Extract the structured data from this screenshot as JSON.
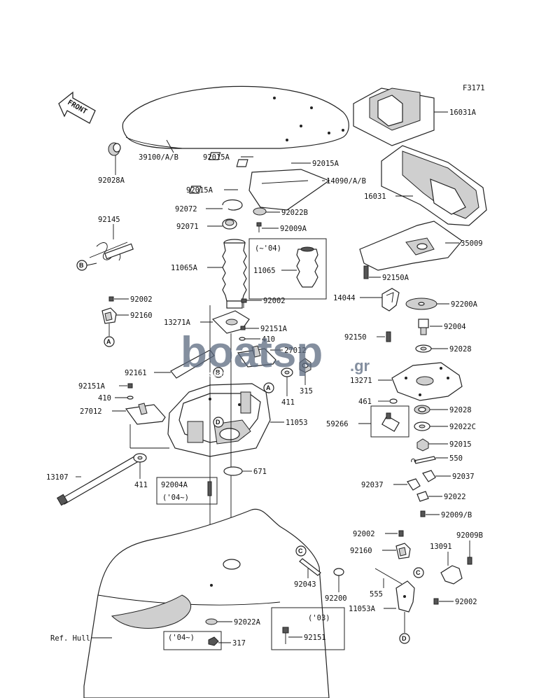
{
  "figure_code": "F3171",
  "front_label": "FRONT",
  "watermark": {
    "main": "boatsp",
    "suffix": ".gr",
    "subtitle": "boat spare parts"
  },
  "parts": {
    "p16031A": "16031A",
    "p39100": "39100/A/B",
    "p92015A_1": "92015A",
    "p92015A_2": "92015A",
    "p92028A": "92028A",
    "p92015A_3": "92015A",
    "p14090": "14090/A/B",
    "p16031": "16031",
    "p92072": "92072",
    "p92022B": "92022B",
    "p92145": "92145",
    "p92071": "92071",
    "p92009A": "92009A",
    "p35009": "35009",
    "p11065A": "11065A",
    "p11065": "11065",
    "p92150A": "92150A",
    "p92002_1": "92002",
    "p14044": "14044",
    "p92200A": "92200A",
    "p92160_1": "92160",
    "p92002_2": "92002",
    "p13271A": "13271A",
    "p92151A_1": "92151A",
    "p92004": "92004",
    "p410_1": "410",
    "p92150": "92150",
    "p27012_1": "27012",
    "p92028_1": "92028",
    "p92161": "92161",
    "p315": "315",
    "p13271": "13271",
    "p92151A_2": "92151A",
    "p410_2": "410",
    "p411_1": "411",
    "p27012_2": "27012",
    "p461": "461",
    "p92028_2": "92028",
    "p11053": "11053",
    "p59266": "59266",
    "p92022C": "92022C",
    "p92015": "92015",
    "p550": "550",
    "p671": "671",
    "p13107": "13107",
    "p411_2": "411",
    "p92004A": "92004A",
    "p92037_1": "92037",
    "p92037_2": "92037",
    "p92022": "92022",
    "p92009B_slash": "92009/B",
    "p92002_3": "92002",
    "p92009B": "92009B",
    "p92160_2": "92160",
    "p13091": "13091",
    "p92043": "92043",
    "p555": "555",
    "p92200": "92200",
    "p11053A": "11053A",
    "p92002_4": "92002",
    "p92022A": "92022A",
    "p92151": "92151",
    "p317": "317",
    "refhull": "Ref. Hull"
  },
  "year_notes": {
    "upto04": "(~'04)",
    "from04_a": "('04~)",
    "from04_b": "('04~)",
    "y03": "('03)"
  },
  "ref_letters": {
    "A1": "A",
    "A2": "A",
    "B1": "B",
    "B2": "B",
    "C1": "C",
    "C2": "C",
    "D1": "D",
    "D2": "D"
  }
}
